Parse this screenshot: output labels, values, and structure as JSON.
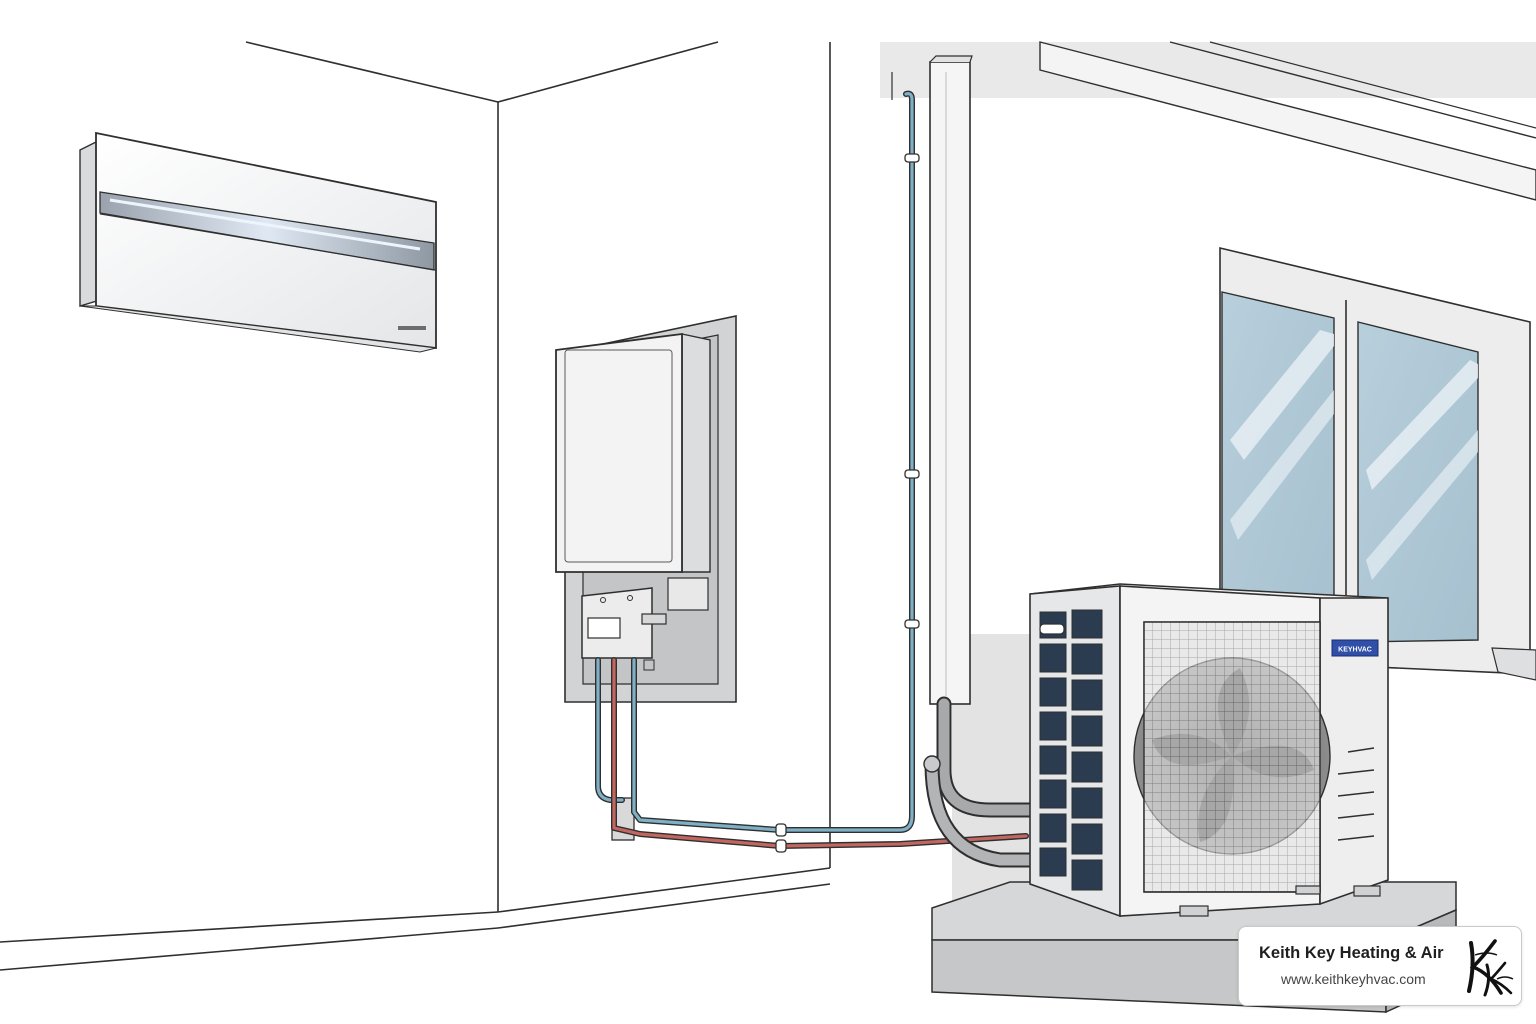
{
  "brand": {
    "name": "Keith Key Heating & Air",
    "url": "www.keithkeyhvac.com",
    "logo_text": "Keith Key",
    "icon": "keith-key-signature-logo"
  },
  "outdoor_unit": {
    "badge_text": "KEYHVAC"
  },
  "colors": {
    "line": "#2f2f2f",
    "refrigerant_cold": "#6f9fb6",
    "refrigerant_hot": "#b5514c",
    "glass": "#c6d8e2",
    "coil": "#2b3c50",
    "badge": "#2f4fa8"
  }
}
